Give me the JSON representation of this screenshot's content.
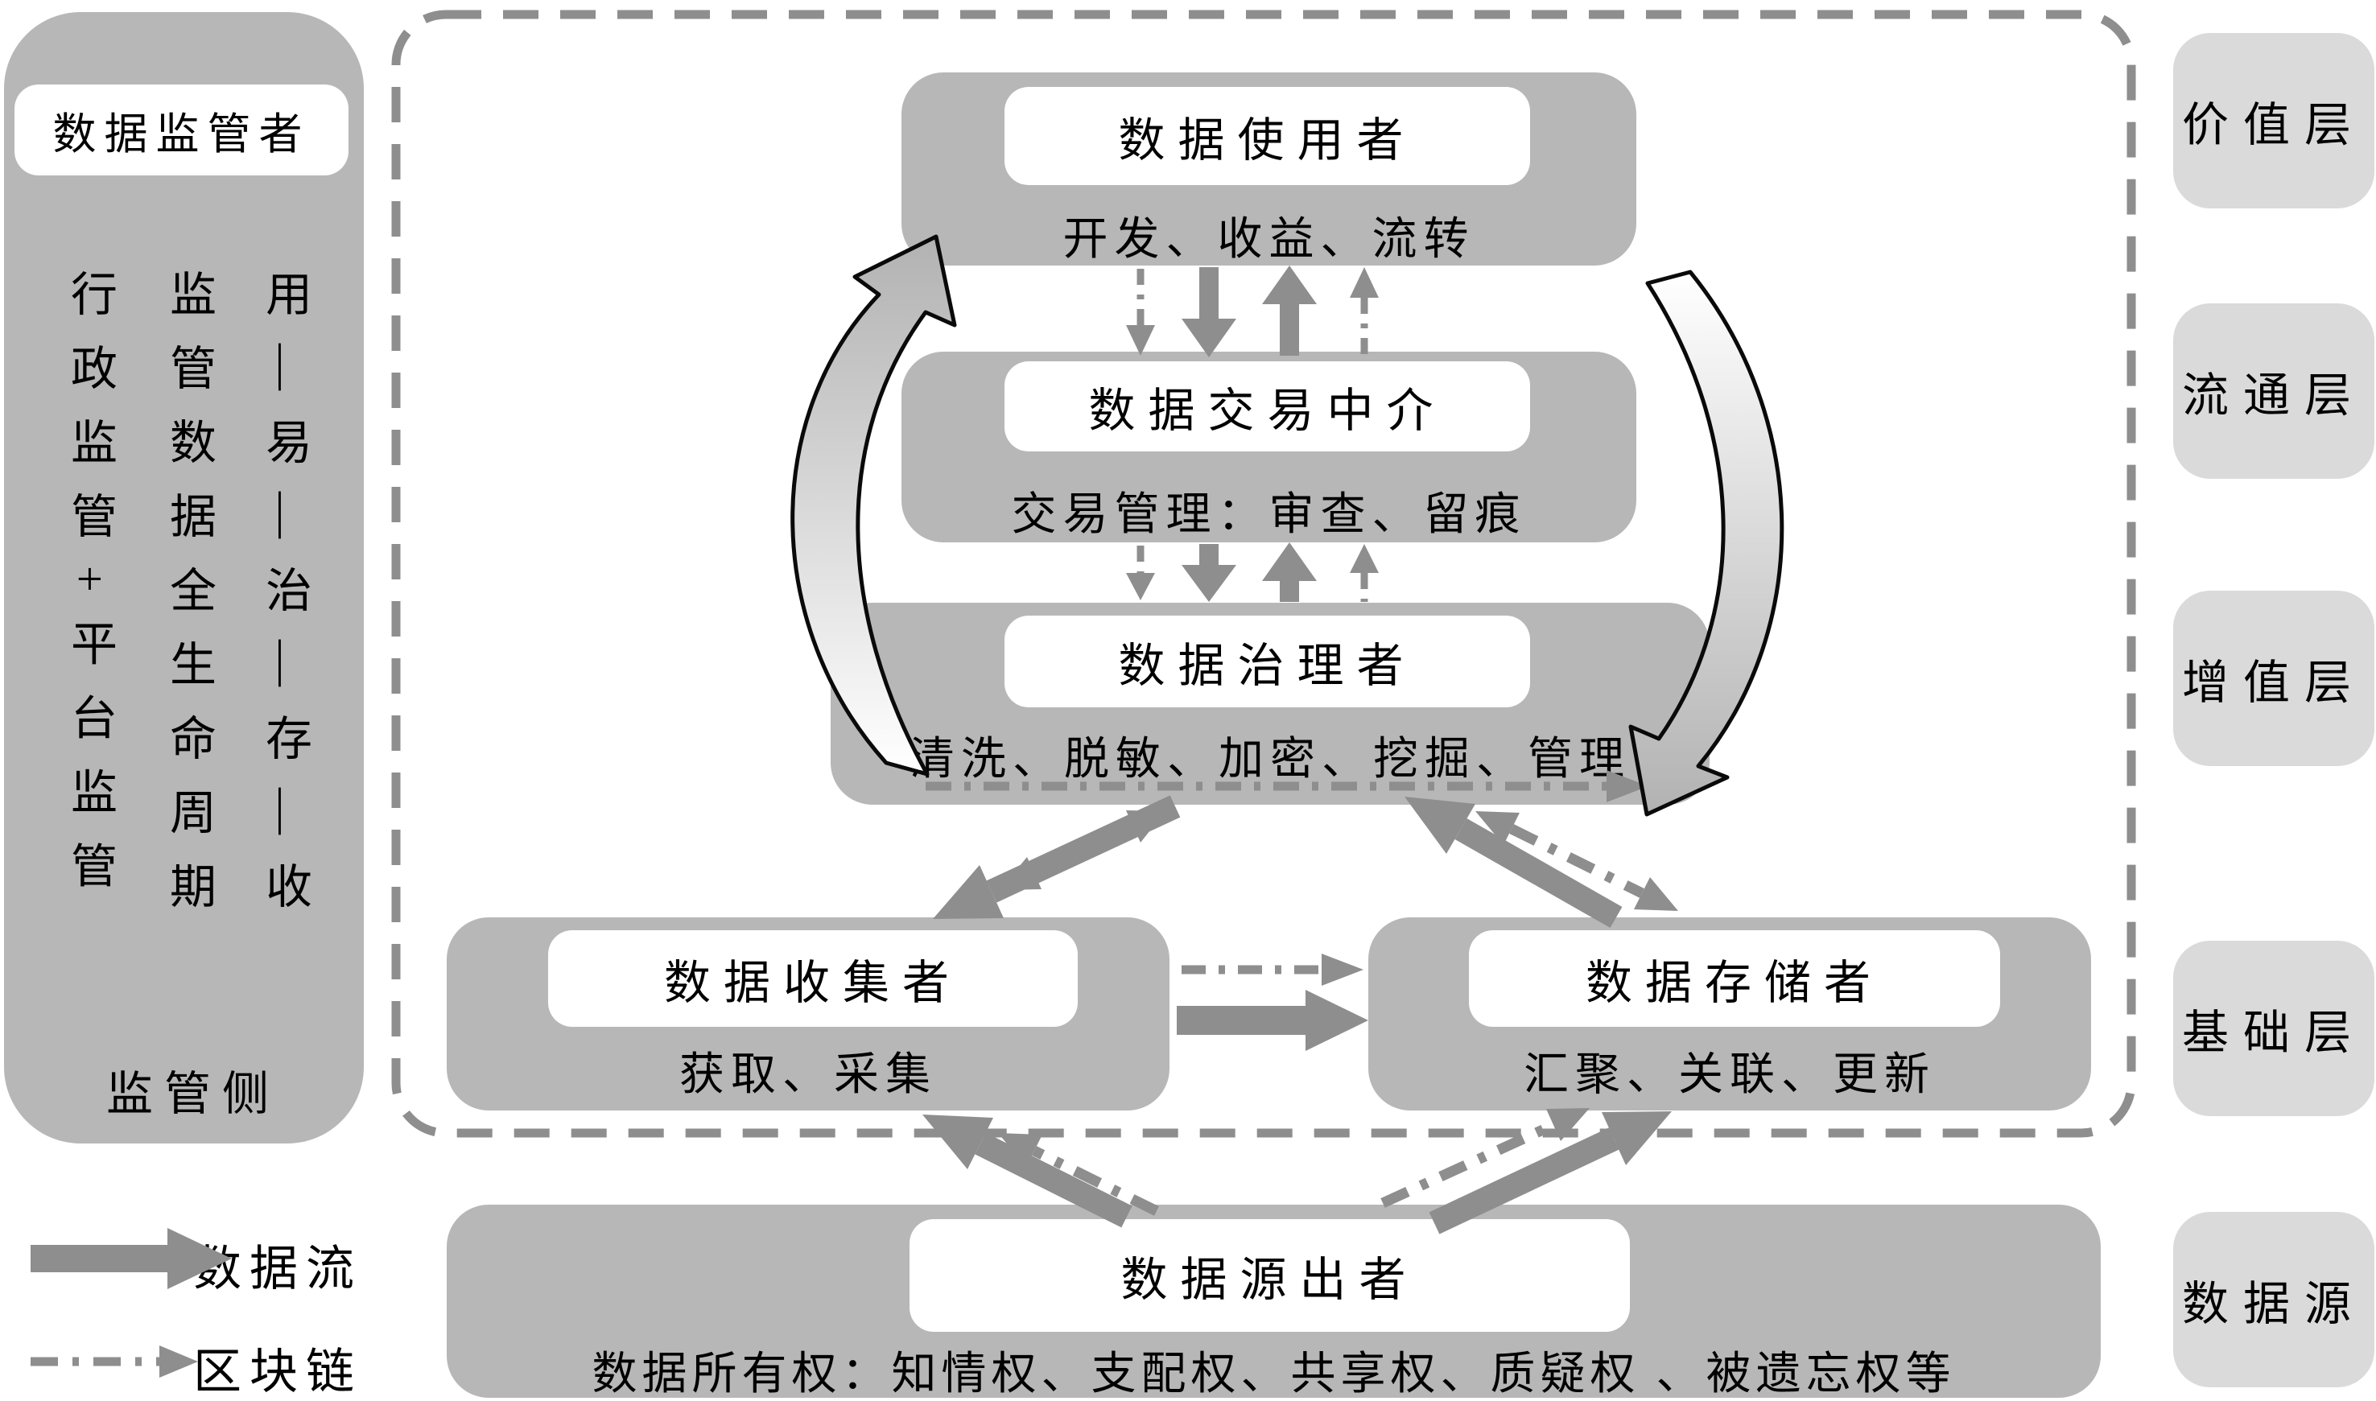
{
  "palette": {
    "box_gray": "#b7b7b7",
    "layer_gray": "#dadada",
    "arrow_gray": "#8e8e8e",
    "white": "#ffffff",
    "text": "#000000"
  },
  "left_panel": {
    "title": "数据监管者",
    "columns": [
      "行政监管+平台监管",
      "监管数据全生命周期",
      "用—易—治—存—收"
    ],
    "footer": "监管侧"
  },
  "stack": {
    "user": {
      "title": "数据使用者",
      "subtitle": "开发、收益、流转"
    },
    "broker": {
      "title": "数据交易中介",
      "subtitle": "交易管理：审查、留痕"
    },
    "governor": {
      "title": "数据治理者",
      "subtitle": "清洗、脱敏、加密、挖掘、管理"
    },
    "collector": {
      "title": "数据收集者",
      "subtitle": "获取、采集"
    },
    "storer": {
      "title": "数据存储者",
      "subtitle": "汇聚、关联、更新"
    },
    "originator": {
      "title": "数据源出者",
      "subtitle": "数据所有权：知情权、支配权、共享权、质疑权 、被遗忘权等"
    }
  },
  "layers": [
    {
      "label": "价值层"
    },
    {
      "label": "流通层"
    },
    {
      "label": "增值层"
    },
    {
      "label": "基础层"
    },
    {
      "label": "数据源"
    }
  ],
  "legend": {
    "items": [
      {
        "label": "数据流",
        "type": "solid-arrow"
      },
      {
        "label": "区块链",
        "type": "dashdot-arrow"
      }
    ]
  }
}
